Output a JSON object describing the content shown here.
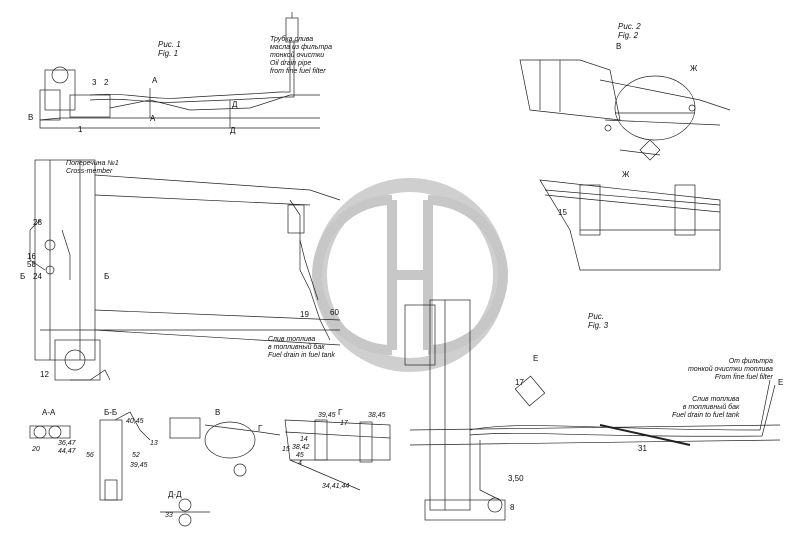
{
  "fig1": {
    "title_ru": "Рис.",
    "title_num": "1",
    "title_en": "Fig.",
    "title_en_num": "1"
  },
  "fig2": {
    "title_ru": "Рис.",
    "title_num": "2",
    "title_en": "Fig.",
    "title_en_num": "2"
  },
  "fig3": {
    "title_ru": "Рис.",
    "title_en": "Fig.",
    "title_num": "3"
  },
  "notes": {
    "oil_drain": [
      "Трубка слива",
      "масла из фильтра",
      "тонкой очистки",
      "Oil drain pipe",
      "from fine fuel filter"
    ],
    "cross_member": [
      "Поперечина №1",
      "Cross-member"
    ],
    "fuel_drain_fig1": [
      "Слив топлива",
      "в топливный бак",
      "Fuel drain in fuel tank"
    ],
    "from_filter": [
      "От фильтра",
      "тонкой очистки топлива",
      "From fine fuel filter"
    ],
    "fuel_drain_fig3": [
      "Слив топлива",
      "в топливный бак",
      "Fuel drain to fuel tank"
    ]
  },
  "fig1_labels": {
    "n3": "3",
    "n2": "2",
    "n1": "1",
    "A": "А",
    "A2": "А",
    "D": "Д",
    "D2": "Д",
    "B": "В",
    "n28": "28",
    "n16": "16",
    "n58": "58",
    "n24": "24",
    "B1": "Б",
    "B2": "Б",
    "n19": "19",
    "n60": "60",
    "n12": "12"
  },
  "fig2_labels": {
    "B": "В",
    "Zh": "Ж",
    "Zh2": "Ж",
    "n15": "15"
  },
  "fig3_labels": {
    "E": "Е",
    "E2": "Е",
    "n17": "17",
    "n31": "31",
    "n350": "3,50",
    "n8": "8"
  },
  "details": {
    "AA": "А-А",
    "BB": "Б-Б",
    "V": "В",
    "G": "Г",
    "G2": "Г",
    "DD": "Д-Д",
    "n20": "20",
    "n3647": "36,47",
    "n4447": "44,47",
    "n4045": "40,45",
    "n56": "56",
    "n13": "13",
    "n52": "52",
    "n3945": "39,45",
    "n3945b": "39,45",
    "n17": "17",
    "n3845": "38,45",
    "n15": "15",
    "n14": "14",
    "n3842": "38,42",
    "n45": "45",
    "n4": "4",
    "n344144": "34,41,44",
    "n33": "33"
  },
  "watermark": "logo-cg"
}
